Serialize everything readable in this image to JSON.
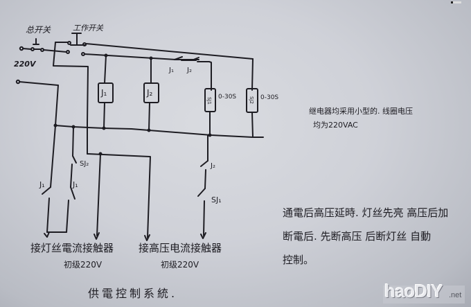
{
  "diagram": {
    "title": "供電控制系統.",
    "labels": {
      "off_switch": "总开关",
      "work_switch": "工作开关",
      "supply_voltage": "220V",
      "relay_j1": "J₁",
      "relay_j2": "J₂",
      "timer_sj1": "SJ1",
      "timer_sj2": "SJ2",
      "timer_sj1_range": "0-30S",
      "timer_sj2_range": "0-30S",
      "contact_j1_top": "J₁",
      "contact_j2_top": "J₂",
      "contact_sj2": "SJ₂",
      "contact_j1_left_a": "J₁",
      "contact_j1_left_b": "J₁",
      "contact_j2_right": "J₂",
      "contact_sj1_right": "SJ₁"
    },
    "outputs": [
      {
        "line1": "接灯丝電流接触器",
        "line2": "初级220V"
      },
      {
        "line1": "接高压电流接触器",
        "line2": "初级220V"
      }
    ],
    "notes": {
      "relay_note_line1": "继电器均采用小型的. 线圈电压",
      "relay_note_line2": "均为220VAC",
      "operation_line1": "通電后高压延時. 灯丝先亮 高压后加",
      "operation_line2": "断電后. 先断高压 后断灯丝 自動",
      "operation_line3": "控制。"
    },
    "watermark": {
      "main": "haoDIY",
      "sub": ".net"
    }
  }
}
